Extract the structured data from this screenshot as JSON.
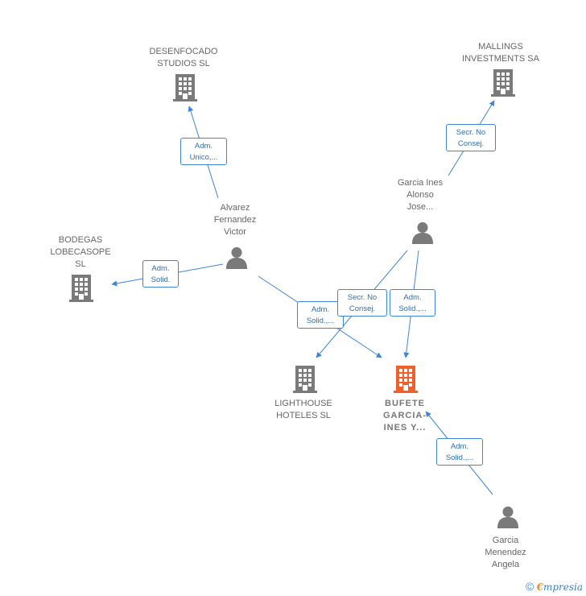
{
  "nodes": {
    "desenfocado": {
      "label": "DESENFOCADO\nSTUDIOS  SL",
      "type": "company"
    },
    "mallings": {
      "label": "MALLINGS\nINVESTMENTS SA",
      "type": "company"
    },
    "bodegas": {
      "label": "BODEGAS\nLOBECASOPE\nSL",
      "type": "company"
    },
    "lighthouse": {
      "label": "LIGHTHOUSE\nHOTELES  SL",
      "type": "company"
    },
    "bufete": {
      "label": "BUFETE\nGARCIA-\nINES Y...",
      "type": "company-main"
    },
    "alvarez": {
      "label": "Alvarez\nFernandez\nVictor",
      "type": "person"
    },
    "garcia_ines": {
      "label": "Garcia Ines\nAlonso\nJose...",
      "type": "person"
    },
    "garcia_menendez": {
      "label": "Garcia\nMenendez\nAngela",
      "type": "person"
    }
  },
  "edges": {
    "alvarez_desenfocado": "Adm.\nUnico,...",
    "alvarez_bodegas": "Adm.\nSolid.",
    "alvarez_lighthouse_bufete": "Adm.\nSolid.,...",
    "garcia_mallings": "Secr.  No\nConsej.",
    "garcia_lighthouse": "Secr.  No\nConsej.",
    "garcia_bufete": "Adm.\nSolid.,...",
    "menendez_bufete": "Adm.\nSolid.,..."
  },
  "colors": {
    "edge": "#3d86d6",
    "icon": "#7a7a7a",
    "main_icon": "#f0602a"
  },
  "footer": {
    "copyright": "©",
    "brand_initial": "€",
    "brand_rest": "mpresia"
  }
}
